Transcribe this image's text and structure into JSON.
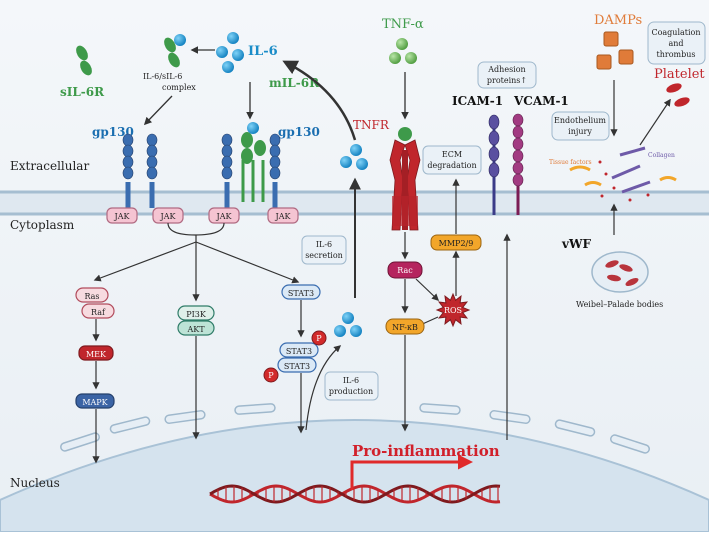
{
  "regions": {
    "extracellular": "Extracellular",
    "cytoplasm": "Cytoplasm",
    "nucleus": "Nucleus"
  },
  "il6": {
    "sil6r": "sIL-6R",
    "complex_line1": "IL-6/sIL-6",
    "complex_line2": "complex",
    "il6": "IL-6",
    "mil6r": "mIL-6R",
    "gp130_left": "gp130",
    "gp130_right": "gp130",
    "jak": [
      "JAK",
      "JAK",
      "JAK",
      "JAK"
    ]
  },
  "pathways": {
    "ras": "Ras",
    "raf": "Raf",
    "mek": "MEK",
    "mapk": "MAPK",
    "pi3k": "PI3K",
    "akt": "AKT",
    "stat3_top": "STAT3",
    "stat3_dimer_a": "STAT3",
    "stat3_dimer_b": "STAT3",
    "phospho_a": "P",
    "phospho_b": "P",
    "il6_secretion_1": "IL-6",
    "il6_secretion_2": "secretion",
    "il6_production_1": "IL-6",
    "il6_production_2": "production"
  },
  "tnf": {
    "tnf_alpha": "TNF-α",
    "tnfr": "TNFR",
    "rac": "Rac",
    "ros": "ROS",
    "nfkb": "NF-κB",
    "mmp": "MMP2/9",
    "ecm_1": "ECM",
    "ecm_2": "degradation",
    "adhesion_1": "Adhesion",
    "adhesion_2": "proteins↑",
    "icam": "ICAM-1",
    "vcam": "VCAM-1"
  },
  "coag": {
    "damps": "DAMPs",
    "coag_1": "Coagulation",
    "coag_2": "and",
    "coag_3": "thrombus",
    "platelet": "Platelet",
    "endo_1": "Endothelium",
    "endo_2": "injury",
    "tissue_factors": "Tissue factors",
    "collagen": "Collagen",
    "vwf": "vWF",
    "weibel": "Weibel–Palade bodies"
  },
  "pro_inflammation": "Pro-inflammation",
  "colors": {
    "il6_blue": "#1a8cc8",
    "receptor_green": "#3e9a4a",
    "tnf_red": "#c0262c",
    "gp130_blue": "#3a6db0",
    "membrane": "#b9cfe0",
    "nucleus_fill": "#d9e6ef",
    "damps_orange": "#e07b39",
    "platelet_red": "#c0262c"
  }
}
